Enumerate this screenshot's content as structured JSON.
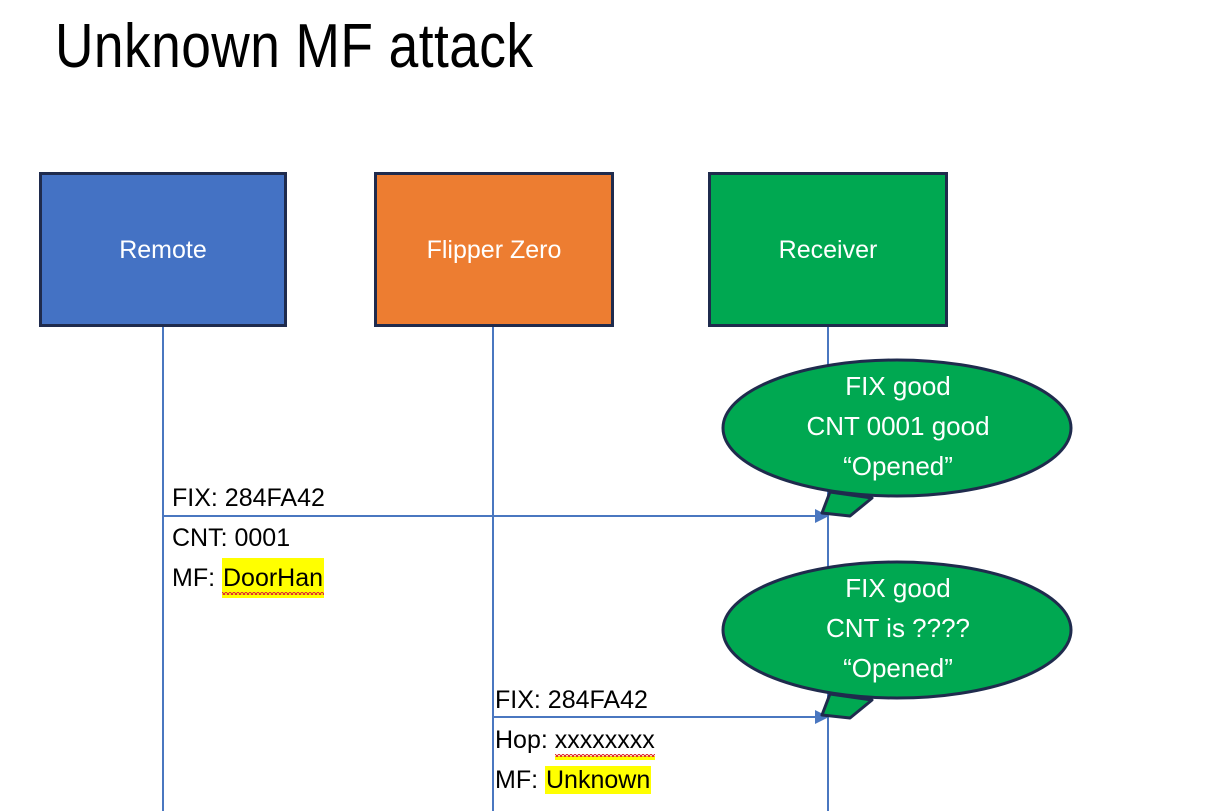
{
  "slide": {
    "title": "Unknown MF attack",
    "background_color": "#FFFFFF"
  },
  "actors": [
    {
      "id": "remote",
      "label": "Remote",
      "color": "#4472C4",
      "border_color": "#1F2B4D"
    },
    {
      "id": "flipper",
      "label": "Flipper Zero",
      "color": "#ED7D31",
      "border_color": "#1F2B4D"
    },
    {
      "id": "receiver",
      "label": "Receiver",
      "color": "#00A851",
      "border_color": "#1F2B4D"
    }
  ],
  "messages": [
    {
      "id": "remote-to-receiver",
      "from": "Remote",
      "to": "Receiver",
      "lines": [
        {
          "label": "FIX: ",
          "value": "284FA42",
          "highlight": false,
          "spellerror": false
        },
        {
          "label": "CNT: ",
          "value": "0001",
          "highlight": false,
          "spellerror": false
        },
        {
          "label": "MF: ",
          "value": "DoorHan",
          "highlight": true,
          "spellerror": true
        }
      ]
    },
    {
      "id": "flipper-to-receiver",
      "from": "Flipper Zero",
      "to": "Receiver",
      "lines": [
        {
          "label": "FIX: ",
          "value": "284FA42",
          "highlight": false,
          "spellerror": false
        },
        {
          "label": "Hop: ",
          "value": "xxxxxxxx",
          "highlight": true,
          "spellerror": true
        },
        {
          "label": "MF: ",
          "value": "Unknown",
          "highlight": true,
          "spellerror": false
        }
      ]
    }
  ],
  "callouts": [
    {
      "id": "receiver-response-1",
      "fill": "#00A851",
      "border_color": "#1F2B4D",
      "lines": [
        "FIX good",
        "CNT 0001 good",
        "“Opened”"
      ]
    },
    {
      "id": "receiver-response-2",
      "fill": "#00A851",
      "border_color": "#1F2B4D",
      "lines": [
        "FIX good",
        "CNT is ????",
        "“Opened”"
      ]
    }
  ],
  "colors": {
    "lifeline": "#4A77C0",
    "arrow": "#4A77C0",
    "highlight": "#FFFF00",
    "spell_error": "#E03030"
  }
}
